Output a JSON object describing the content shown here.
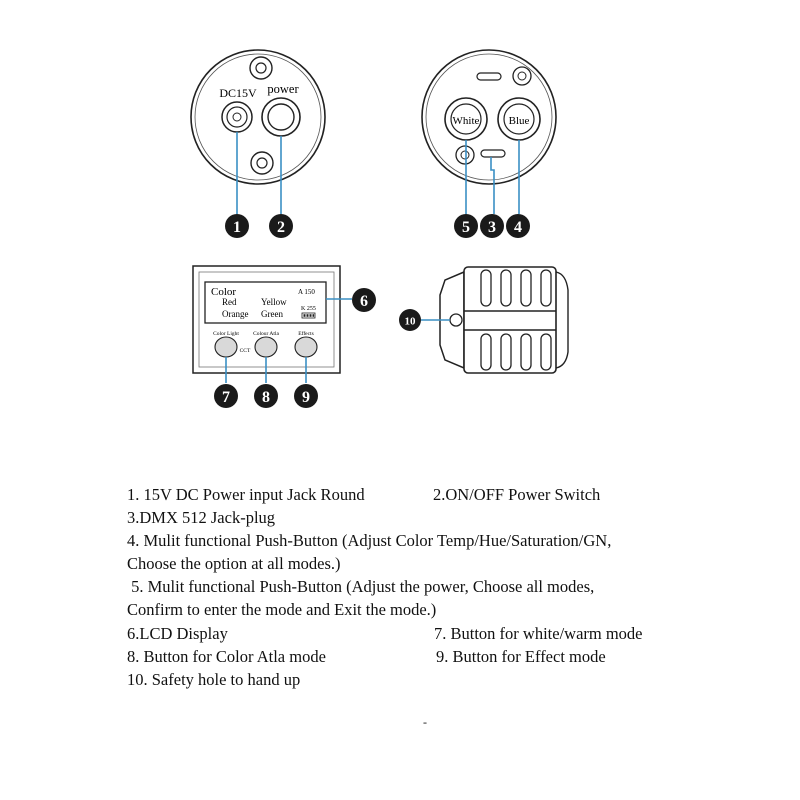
{
  "panel_left": {
    "dc_label": "DC15V",
    "power_label": "power"
  },
  "panel_right": {
    "button_white": "White",
    "button_blue": "Blue"
  },
  "lcd": {
    "title": "Color",
    "mode_value": "A 150",
    "row1_left": "Red",
    "row1_right": "Yellow",
    "row2_left": "Orange",
    "row2_right": "Green",
    "small_value": "K 255",
    "battery_icon": "battery-icon",
    "btn_label_1": "Color Light",
    "btn_label_2": "Colour Atla",
    "btn_label_3": "Effects",
    "cct_label": "CCT"
  },
  "callouts": {
    "n1": "1",
    "n2": "2",
    "n3": "3",
    "n4": "4",
    "n5": "5",
    "n6": "6",
    "n7": "7",
    "n8": "8",
    "n9": "9",
    "n10": "10"
  },
  "legend": {
    "l1a": "1. 15V DC Power input Jack Round",
    "l1b": "2.ON/OFF Power Switch",
    "l2": "3.DMX 512 Jack-plug",
    "l3": "4. Mulit functional Push-Button (Adjust Color Temp/Hue/Saturation/GN,",
    "l4": "Choose the option at all modes.)",
    "l5": " 5. Mulit functional Push-Button (Adjust the power, Choose all modes,",
    "l6": "Confirm to enter the mode and Exit the mode.)",
    "l7a": "6.LCD Display",
    "l7b": "7. Button for white/warm mode",
    "l8a": "8. Button for Color Atla mode",
    "l8b": "9. Button for Effect mode",
    "l9": "10. Safety hole to hand up",
    "footer_mark": "-"
  }
}
